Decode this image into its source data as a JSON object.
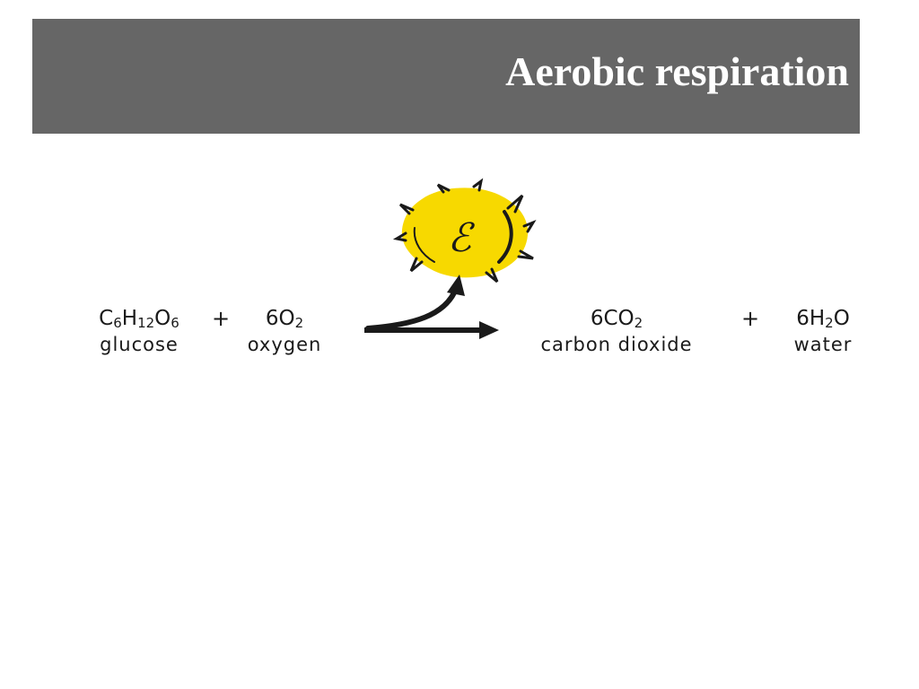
{
  "slide": {
    "title": "Aerobic respiration",
    "title_bar_color": "#666666"
  },
  "equation": {
    "reactants": [
      {
        "formula_parts": [
          [
            "C",
            "6"
          ],
          [
            "H",
            "12"
          ],
          [
            "O",
            "6"
          ]
        ],
        "name": "glucose"
      },
      {
        "formula_parts": [
          [
            "6O",
            "2"
          ]
        ],
        "name": "oxygen"
      }
    ],
    "products": [
      {
        "formula_parts": [
          [
            "6CO",
            "2"
          ]
        ],
        "name": "carbon dioxide"
      },
      {
        "formula_parts": [
          [
            "6H",
            "2"
          ],
          [
            "O",
            ""
          ]
        ],
        "name": "water"
      }
    ],
    "plus_sign": "+",
    "energy_symbol": "ℰ",
    "energy_color": "#f7d900",
    "arrow_color": "#1a1a1a"
  }
}
